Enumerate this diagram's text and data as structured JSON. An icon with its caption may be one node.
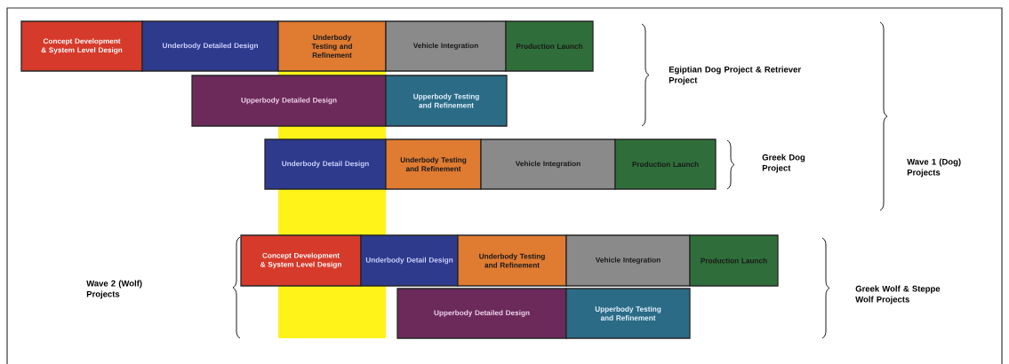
{
  "diagram": {
    "nodes": [
      {
        "text": [
          "Concept Development & System Level Design"
        ]
      },
      {
        "text": [
          "Underbody Detailed Design"
        ]
      },
      {
        "text": [
          "Underbody Testing and Refinement"
        ]
      },
      {
        "text": [
          "Vehicle Integration"
        ]
      },
      {
        "text": [
          "Production Launch"
        ]
      },
      {
        "text": [
          "Upperbody Detailed Design"
        ]
      },
      {
        "text": [
          "Upperbody Testing and Refinement"
        ]
      },
      {
        "text": [
          "Underbody Detail Design"
        ]
      },
      {
        "text": [
          "Underbody Testing and Refinement"
        ]
      },
      {
        "text": [
          "Vehicle Integration"
        ]
      },
      {
        "text": [
          "Production Launch"
        ]
      },
      {
        "text": [
          "Concept Development & System Level Design"
        ]
      },
      {
        "text": [
          "Underbody Detail Design"
        ]
      },
      {
        "text": [
          "Underbody Testing and Refinement"
        ]
      },
      {
        "text": [
          "Vehicle Integration"
        ]
      },
      {
        "text": [
          "Production Launch"
        ]
      },
      {
        "text": [
          "Upperbody Detailed Design"
        ]
      },
      {
        "text": [
          "Upperbody Testing and Refinement"
        ]
      }
    ],
    "labels": [
      "Egiptian Dog Project & Retriever Project",
      "Greek Dog Project",
      "Wave 1 (Dog) Projects",
      "Wave 2 (Wolf) Projects",
      "Greek Wolf & Steppe Wolf Projects"
    ]
  }
}
